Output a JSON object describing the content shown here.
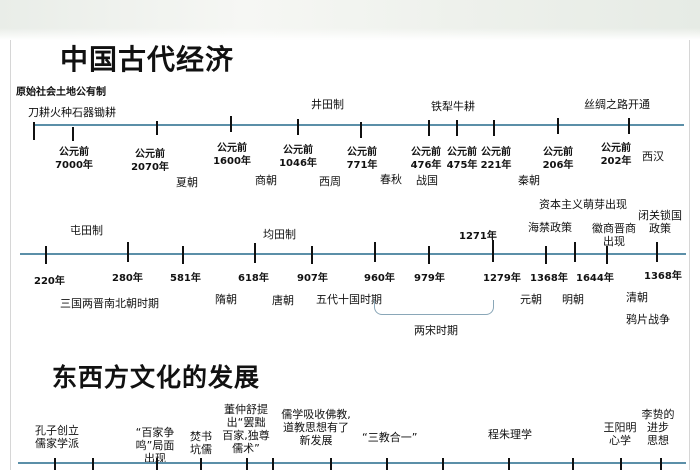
{
  "titles": {
    "economy": "中国古代经济",
    "culture": "东西方文化的发展"
  },
  "timeline1": {
    "heading": "原始社会土地公有制",
    "start_label": "刀耕火种石器锄耕",
    "above_labels": [
      "井田制",
      "铁犁牛耕",
      "丝绸之路开通"
    ],
    "dates": [
      "公元前\n7000年",
      "公元前\n2070年",
      "公元前\n1600年",
      "公元前\n1046年",
      "公元前\n771年",
      "公元前\n476年",
      "公元前\n475年",
      "公元前\n221年",
      "公元前\n206年",
      "公元前\n202年"
    ],
    "periods": [
      "夏朝",
      "商朝",
      "西周",
      "春秋",
      "战国",
      "秦朝",
      "西汉"
    ]
  },
  "timeline2": {
    "above_labels": [
      "屯田制",
      "均田制",
      "1271年",
      "海禁政策",
      "资本主义萌芽出现",
      "徽商晋商\n出现",
      "闭关锁国\n政策"
    ],
    "dates": [
      "220年",
      "280年",
      "581年",
      "618年",
      "907年",
      "960年",
      "979年",
      "1279年",
      "1368年",
      "1644年",
      "1368年"
    ],
    "periods": [
      "三国两晋南北朝时期",
      "隋朝",
      "唐朝",
      "五代十国时期",
      "两宋时期",
      "元朝",
      "明朝",
      "清朝",
      "鸦片战争"
    ]
  },
  "timeline3": {
    "labels": [
      "孔子创立\n儒家学派",
      "“百家争\n鸣”局面\n出现",
      "焚书\n坑儒",
      "董仲舒提\n出“罢黜\n百家,独尊\n儒术”",
      "儒学吸收佛教,\n道教思想有了\n新发展",
      "“三教合一”",
      "程朱理学",
      "王阳明\n心学",
      "李贽的\n进步\n思想"
    ]
  }
}
